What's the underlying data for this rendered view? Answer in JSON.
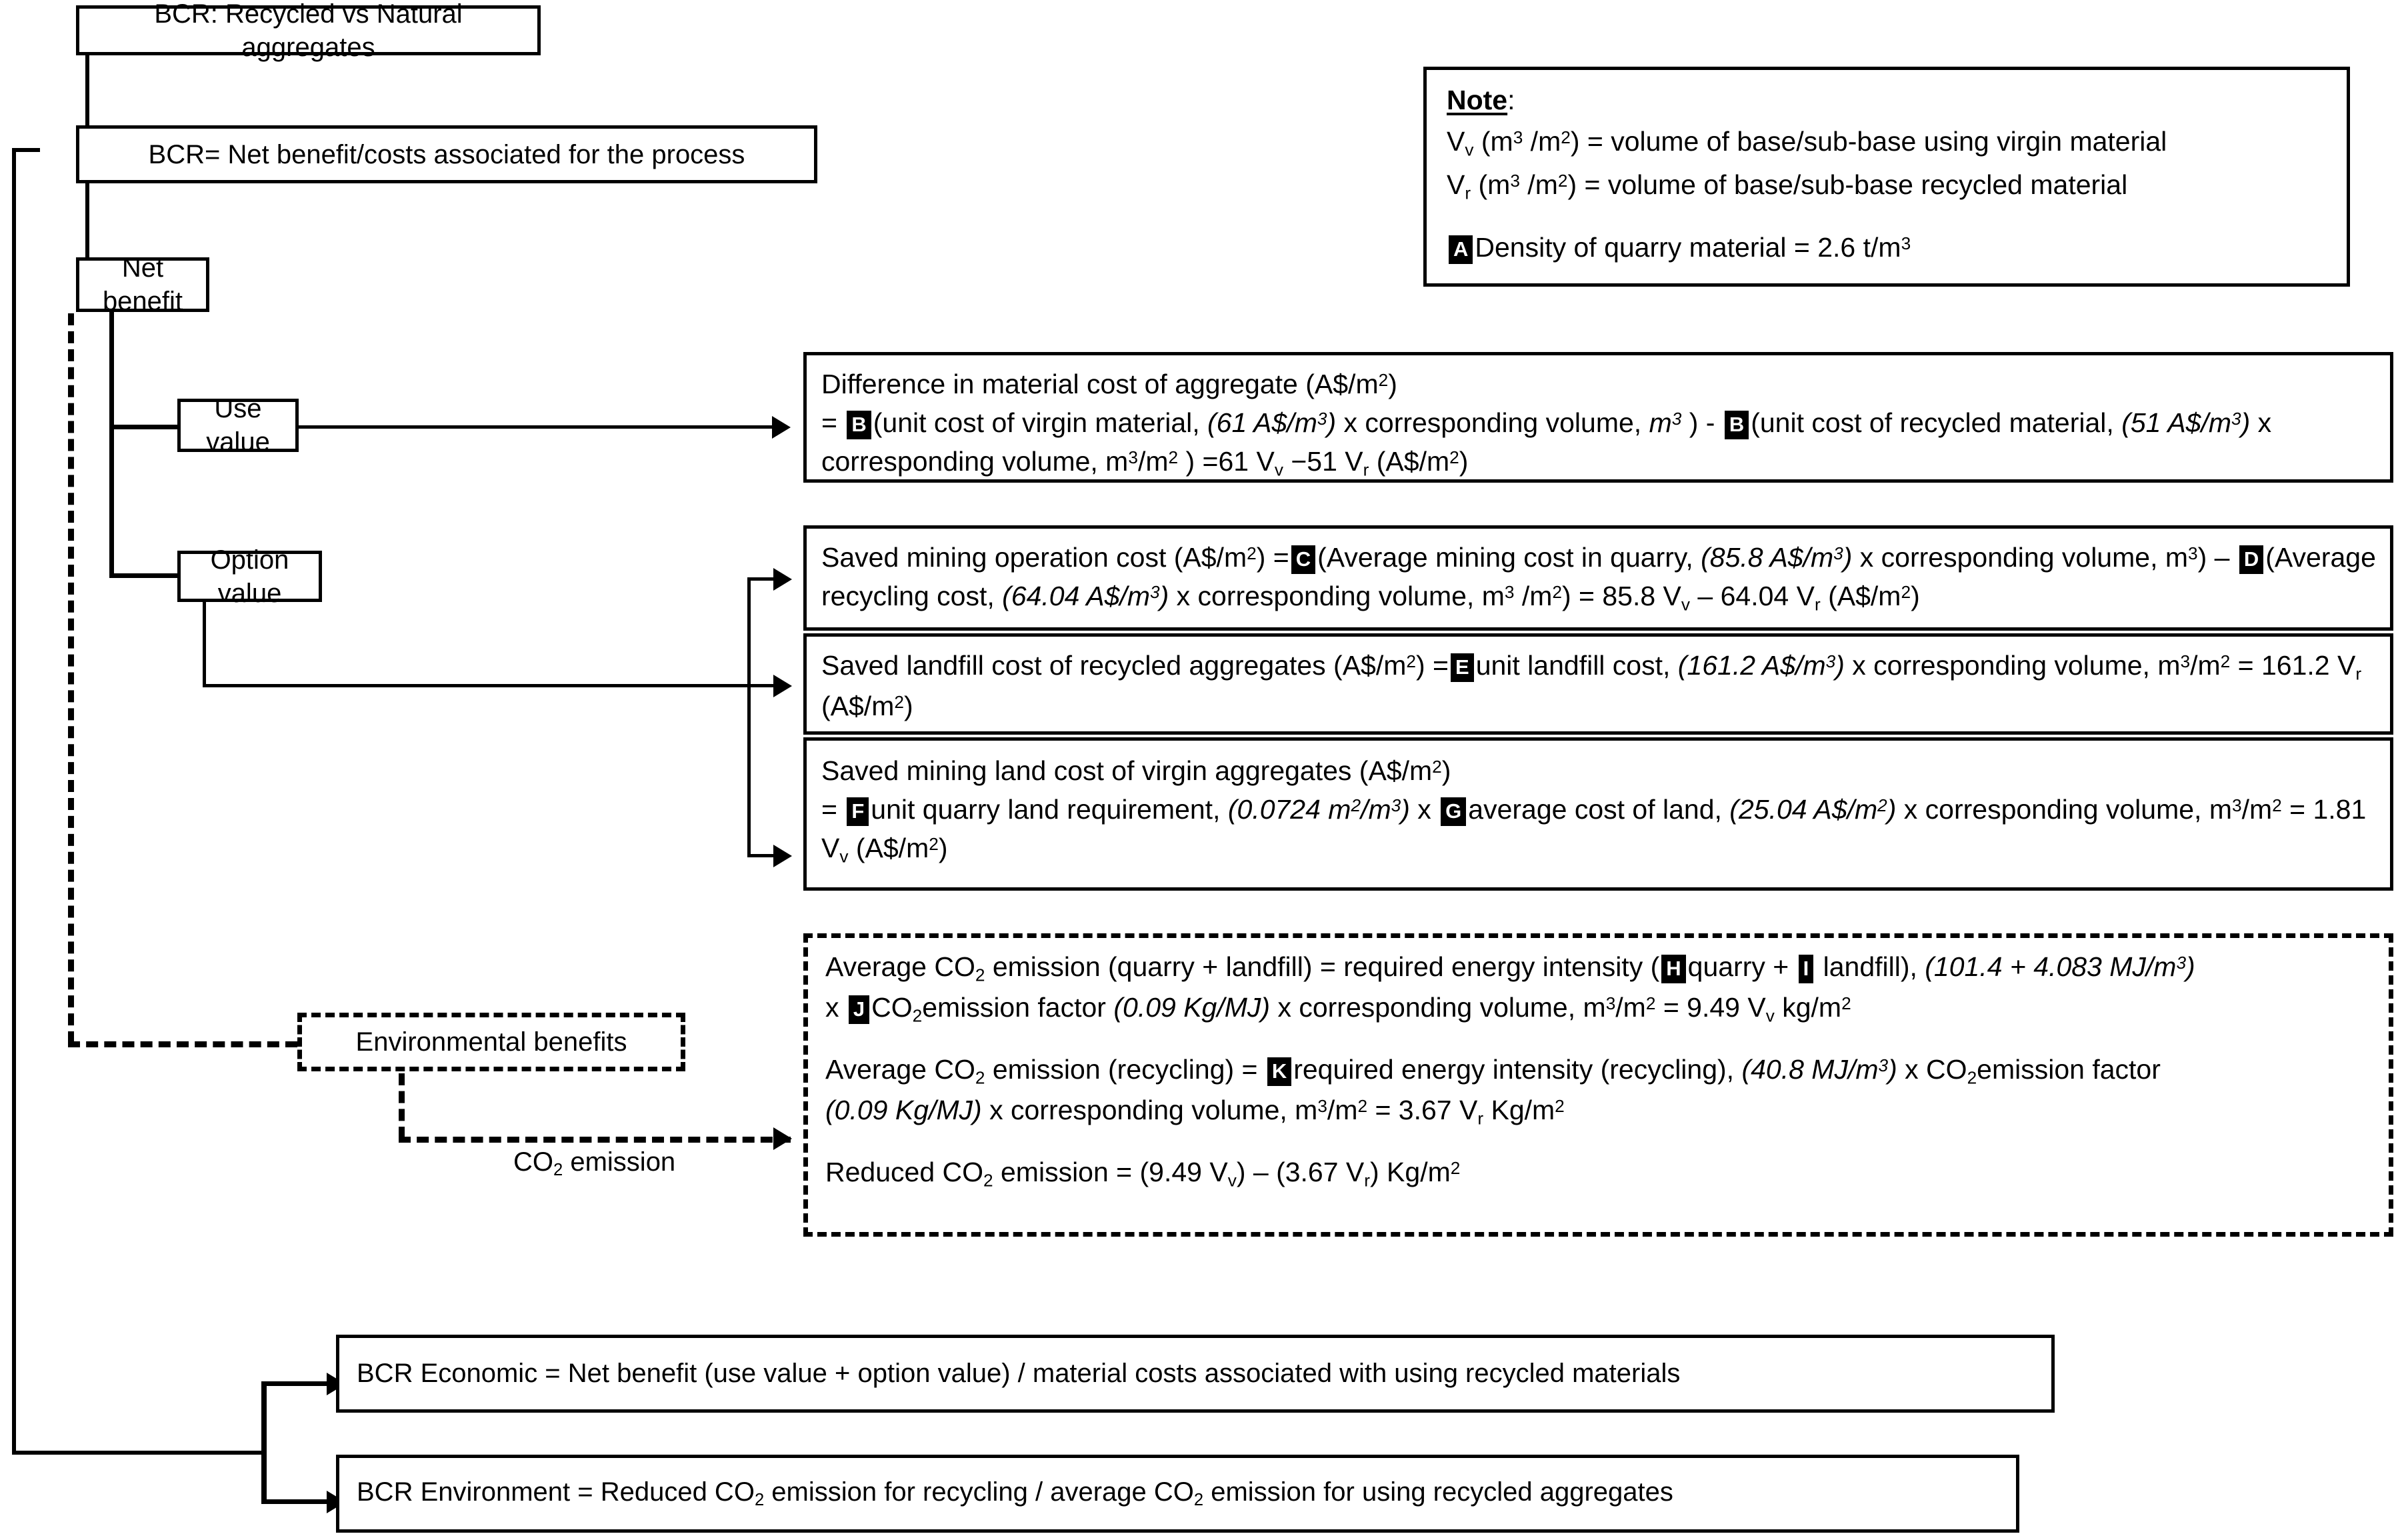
{
  "title_box": {
    "label": "BCR: Recycled vs Natural aggregates"
  },
  "bcr_def_box": {
    "label": "BCR= Net benefit/costs associated for the process"
  },
  "net_benefit_box": {
    "label": "Net benefit"
  },
  "use_value_box": {
    "label": "Use value"
  },
  "option_value_box": {
    "label": "Option value"
  },
  "environmental_box": {
    "label": "Environmental benefits"
  },
  "co2_edge_label": {
    "label": "CO2 emission"
  },
  "note": {
    "heading": "Note",
    "heading_colon": ":",
    "line1": "Vv (m3 /m2) = volume of base/sub-base using virgin material",
    "line2": "Vr (m3 /m2) = volume of base/sub-base recycled material",
    "tag_a": "A",
    "line3": "Density of quarry material = 2.6 t/m3"
  },
  "use_value_detail": {
    "line1": "Difference in material cost of aggregate (A$/m2)",
    "tag_b1": "B",
    "tag_b2": "B",
    "line2_a": "= ",
    "line2_b": "(unit cost of virgin material, ",
    "val_virgin": "(61 A$/m3)",
    "line2_c": " x corresponding volume, ",
    "val_m3": "m3",
    "line2_d": " ) - ",
    "line2_e": "(unit cost of recycled material, ",
    "val_recycled": "(51 A$/m3)",
    "line2_f": " x corresponding volume, m3/m2 ) =61 Vv −51 Vr (A$/m2)"
  },
  "option_value_details": [
    {
      "id": "saved-mining-operation-cost",
      "tag1": "C",
      "tag2": "D",
      "t_a": "Saved mining operation cost (A$/m2) = ",
      "t_b": "(Average mining cost in quarry, ",
      "val1": "(85.8 A$/m3)",
      "t_c": " x corresponding volume, m3) – ",
      "t_d": "(Average recycling cost, ",
      "val2": "(64.04 A$/m3)",
      "t_e": " x corresponding volume, m3 /m2) = 85.8 Vv – 64.04 Vr (A$/m2)"
    },
    {
      "id": "saved-landfill-cost",
      "tag1": "E",
      "t_a": "Saved landfill cost of recycled aggregates (A$/m2) = ",
      "t_b": "unit landfill cost, ",
      "val1": "(161.2 A$/m3)",
      "t_c": " x corresponding volume, m3/m2 = 161.2 Vr (A$/m2)"
    },
    {
      "id": "saved-mining-land-cost",
      "tag1": "F",
      "tag2": "G",
      "t_a": "Saved mining land cost of virgin aggregates (A$/m2)",
      "t_b": "= ",
      "t_c": "unit quarry land requirement, ",
      "val1": "(0.0724 m2/m3)",
      "t_d": " x ",
      "t_e": "average cost of land, ",
      "val2": "(25.04 A$/m2)",
      "t_f": " x corresponding volume, m3/m2 = 1.81 Vv (A$/m2)"
    }
  ],
  "environmental_details": [
    {
      "id": "average-co2-emission-quarry-landfill",
      "tag1": "H",
      "tag2": "I",
      "tag3": "J",
      "t_a": "Average CO2 emission (quarry + landfill) = required energy intensity (",
      "t_b": "quarry + ",
      "t_c": "landfill), ",
      "val1": "(101.4 + 4.083  MJ/m3)",
      "t_d": "x ",
      "t_e": "CO2emission factor ",
      "val2": "(0.09 Kg/MJ)",
      "t_f": " x corresponding volume, m3/m2 = 9.49 Vv kg/m2"
    },
    {
      "id": "average-co2-emission-recycling",
      "tag1": "K",
      "t_a": "Average CO2 emission (recycling) = ",
      "t_b": "required energy intensity (recycling), ",
      "val1": "(40.8 MJ/m3)",
      "t_c": " x CO2emission factor ",
      "val2": "(0.09 Kg/MJ)",
      "t_d": " x corresponding volume, m3/m2 = 3.67 Vr Kg/m2"
    },
    {
      "id": "reduced-co2-emission",
      "t_a": "Reduced CO2 emission = (9.49 Vv) – (3.67 Vr) Kg/m2"
    }
  ],
  "bcr_economic_box": {
    "label": "BCR Economic = Net benefit (use value + option value) / material costs associated with using recycled materials"
  },
  "bcr_environment_box": {
    "label": "BCR Environment = Reduced CO2 emission for recycling / average CO2 emission for using recycled aggregates"
  },
  "colors": {
    "ink": "#000000",
    "paper": "#ffffff"
  }
}
